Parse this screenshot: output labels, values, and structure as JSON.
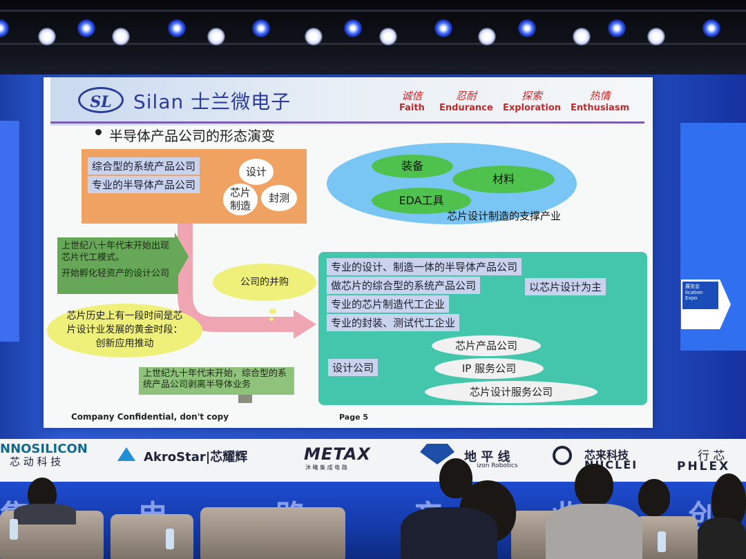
{
  "slide": {
    "company_name": "Silan  士兰微电子",
    "logo_text": "SL",
    "values": [
      {
        "zh": "诚信",
        "en": "Faith"
      },
      {
        "zh": "忍耐",
        "en": "Endurance"
      },
      {
        "zh": "探索",
        "en": "Exploration"
      },
      {
        "zh": "热情",
        "en": "Enthusiasm"
      }
    ],
    "title": "半导体产品公司的形态演变",
    "orange_box": {
      "items": [
        "综合型的系统产品公司",
        "专业的半导体产品公司"
      ],
      "clouds": [
        "设计",
        "芯片\n制造",
        "封测"
      ]
    },
    "support": {
      "clouds": [
        "装备",
        "材料",
        "EDA工具"
      ],
      "label": "芯片设计制造的支撑产业"
    },
    "left_notes": {
      "note1_a": "上世纪八十年代末开始出现芯片代工模式。",
      "note1_b": "开始孵化轻资产的设计公司",
      "cloud_yellow": "芯片历史上有一段时间是芯片设计业发展的黄金时段：创新应用推动",
      "cloud_merger": "公司的并购",
      "note2": "上世纪九十年代末开始，综合型的系统产品公司剥离半导体业务"
    },
    "teal_box": {
      "items": [
        "专业的设计、制造一体的半导体产品公司",
        "做芯片的综合型的系统产品公司",
        "专业的芯片制造代工企业",
        "专业的封装、测试代工企业"
      ],
      "side_label": "以芯片设计为主",
      "design_company": "设计公司",
      "branches": [
        "芯片产品公司",
        "IP 服务公司",
        "芯片设计服务公司"
      ]
    },
    "footer_left": "Company Confidential, don't copy",
    "footer_page": "Page 5"
  },
  "sponsors": [
    "NNOSILICON",
    "芯 动 科 技",
    "AkroStar|芯耀辉",
    "METAX",
    "沐 曦 集 成 电 路",
    "地 平 线",
    "izon Robotics",
    "芯来科技",
    "NUCLEI",
    "行 芯",
    "PHLEX"
  ],
  "banner": "集 电 路 产 业 创 新",
  "right_sign": "展览会 lication Expo",
  "colors": {
    "orange": "#f0a263",
    "teal": "#43c6ac",
    "pink": "#f0a5b2",
    "blue_ellipse": "#79c6f4",
    "stage_blue": "#1e43b4"
  }
}
